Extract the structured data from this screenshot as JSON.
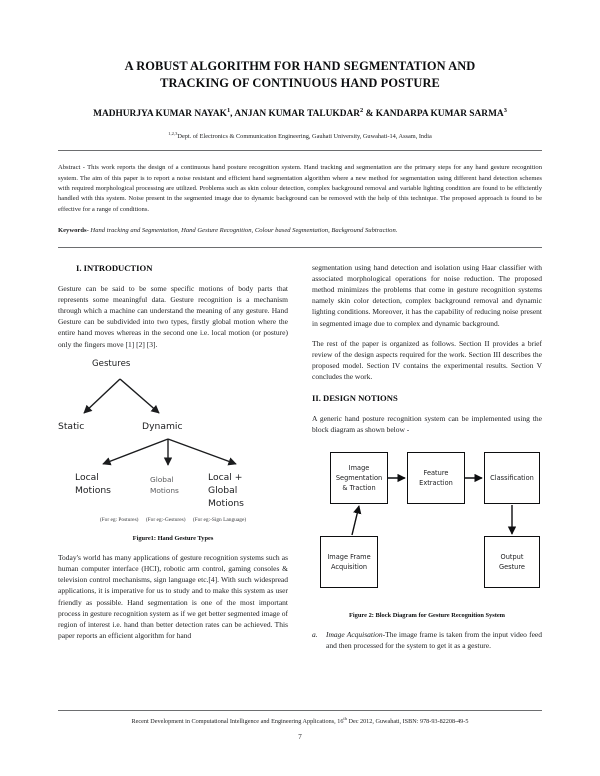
{
  "paper": {
    "title_line1": "A ROBUST ALGORITHM FOR HAND SEGMENTATION AND",
    "title_line2": "TRACKING OF CONTINUOUS HAND POSTURE",
    "authors_part1": "MADHURJYA KUMAR NAYAK",
    "authors_sup1": "1",
    "authors_part2": ", ANJAN KUMAR TALUKDAR",
    "authors_sup2": "2",
    "authors_part3": " & KANDARPA KUMAR SARMA",
    "authors_sup3": "3",
    "affiliation_sup": "1,2,3",
    "affiliation": "Dept. of Electronics & Communication Engineering, Gauhati University, Guwahati-14, Assam, India"
  },
  "abstract": {
    "text": "Abstract - This work reports the design of a continuous hand posture recognition system. Hand tracking and segmentation are the primary steps for any hand gesture recognition system. The aim of this paper is to report a noise resistant and efficient hand segmentation algorithm where a new method for segmentation using different hand detection schemes with required morphological processing are utilized. Problems such as skin colour detection, complex background removal and variable lighting condition are found to be efficiently handled with this system. Noise present in the segmented image due to dynamic background can be removed with the help of this technique. The proposed approach is found to be effective for a range of conditions."
  },
  "keywords": {
    "label": "Keywords-",
    "text": " Hand tracking and Segmentation, Hand Gesture Recognition, Colour based Segmentation, Background Subtraction."
  },
  "sections": {
    "intro_heading": "I.  INTRODUCTION",
    "intro_p1": "Gesture can be said to be some specific motions of body parts that represents some meaningful data. Gesture recognition is a mechanism through which a machine can understand the meaning of any gesture. Hand Gesture can be subdivided into two types, firstly global motion where the entire hand moves whereas in the second one i.e. local motion (or posture)  only the fingers move [1] [2] [3].",
    "intro_p2": "Today's world has many applications of gesture recognition systems such as human computer interface (HCI), robotic arm control, gaming consoles & television control mechanisms, sign language etc.[4]. With such widespread applications, it is imperative for us to study and to make this system as user friendly as possible. Hand segmentation is one of the most important process in gesture recognition system as if we get better segmented image of region of interest i.e. hand than better detection rates can be achieved. This paper reports an efficient algorithm for hand",
    "right_p1": "segmentation using hand detection and isolation using Haar classifier with associated morphological operations for noise reduction. The proposed method minimizes the problems that come in gesture recognition systems namely skin color detection, complex background removal and dynamic lighting conditions. Moreover, it has the capability of reducing noise present in segmented image due to complex and dynamic background.",
    "right_p2": "The rest of the paper is organized as follows. Section II provides a brief review of the design aspects required for the work. Section III describes the proposed model. Section IV contains the experimental results. Section V concludes the work.",
    "design_heading": "II. DESIGN NOTIONS",
    "design_p1": "A generic hand posture recognition system can be implemented using the block diagram as shown below -",
    "item_a_marker": "a.",
    "item_a_italic": "Image Acquisation",
    "item_a_text": "-The image frame is taken from the input video feed and then processed for the system to get it as a gesture."
  },
  "figure1": {
    "caption": "Figure1: Hand Gesture Types",
    "root": "Gestures",
    "static": "Static",
    "dynamic": "Dynamic",
    "local": "Local\nMotions",
    "global": "Global\nMotions",
    "local_global": "Local +\nGlobal\nMotions",
    "eg_local": "(For eg: Postures)",
    "eg_global": "(For eg:-Gestures)",
    "eg_localglobal": "(For eg:-Sign Language)"
  },
  "figure2": {
    "caption": "Figure 2: Block Diagram for Gesture Recognition System",
    "box_segmentation": "Image Segmentation & Traction",
    "box_feature": "Feature Extraction",
    "box_classification": "Classification",
    "box_acquisition": "Image Frame Acquisition",
    "box_output": "Output Gesture"
  },
  "footer": {
    "text_before": "Recent Development in Computational Intelligence and Engineering Applications, 16",
    "sup": "th",
    "text_after": " Dec 2012, Guwahati, ISBN: 978-93-82208-49-5",
    "page_number": "7"
  },
  "colors": {
    "text": "#1b1c1e",
    "heading": "#0d0e10",
    "rule": "#6d6e70"
  }
}
